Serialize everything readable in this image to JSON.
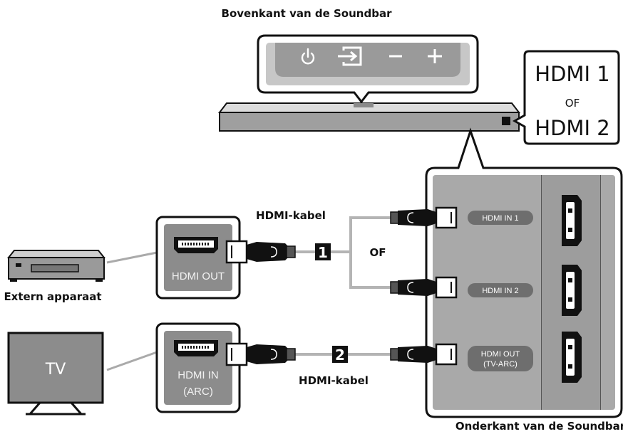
{
  "labels": {
    "top_view": "Bovenkant van de Soundbar",
    "bottom_view": "Onderkant van de Soundbar",
    "external_device": "Extern apparaat",
    "tv": "TV",
    "hdmi_cable_1": "HDMI-kabel",
    "hdmi_cable_2": "HDMI-kabel",
    "or_middle": "OF"
  },
  "callout": {
    "line1": "HDMI 1",
    "or": "OF",
    "line2": "HDMI 2"
  },
  "device_ports": {
    "external_out": "HDMI OUT",
    "tv_in_line1": "HDMI IN",
    "tv_in_line2": "(ARC)"
  },
  "soundbar_ports": {
    "in1": "HDMI IN 1",
    "in2": "HDMI IN 2",
    "out_line1": "HDMI OUT",
    "out_line2": "(TV-ARC)"
  },
  "steps": {
    "one": "1",
    "two": "2"
  },
  "control_icons": [
    "power-icon",
    "source-icon",
    "minus-icon",
    "plus-icon"
  ],
  "colors": {
    "line": "#111111",
    "panel": "#a9a9a9",
    "panel_dark": "#8c8c8c",
    "tag": "#6e6e6e",
    "cable": "#b4b4b4"
  }
}
